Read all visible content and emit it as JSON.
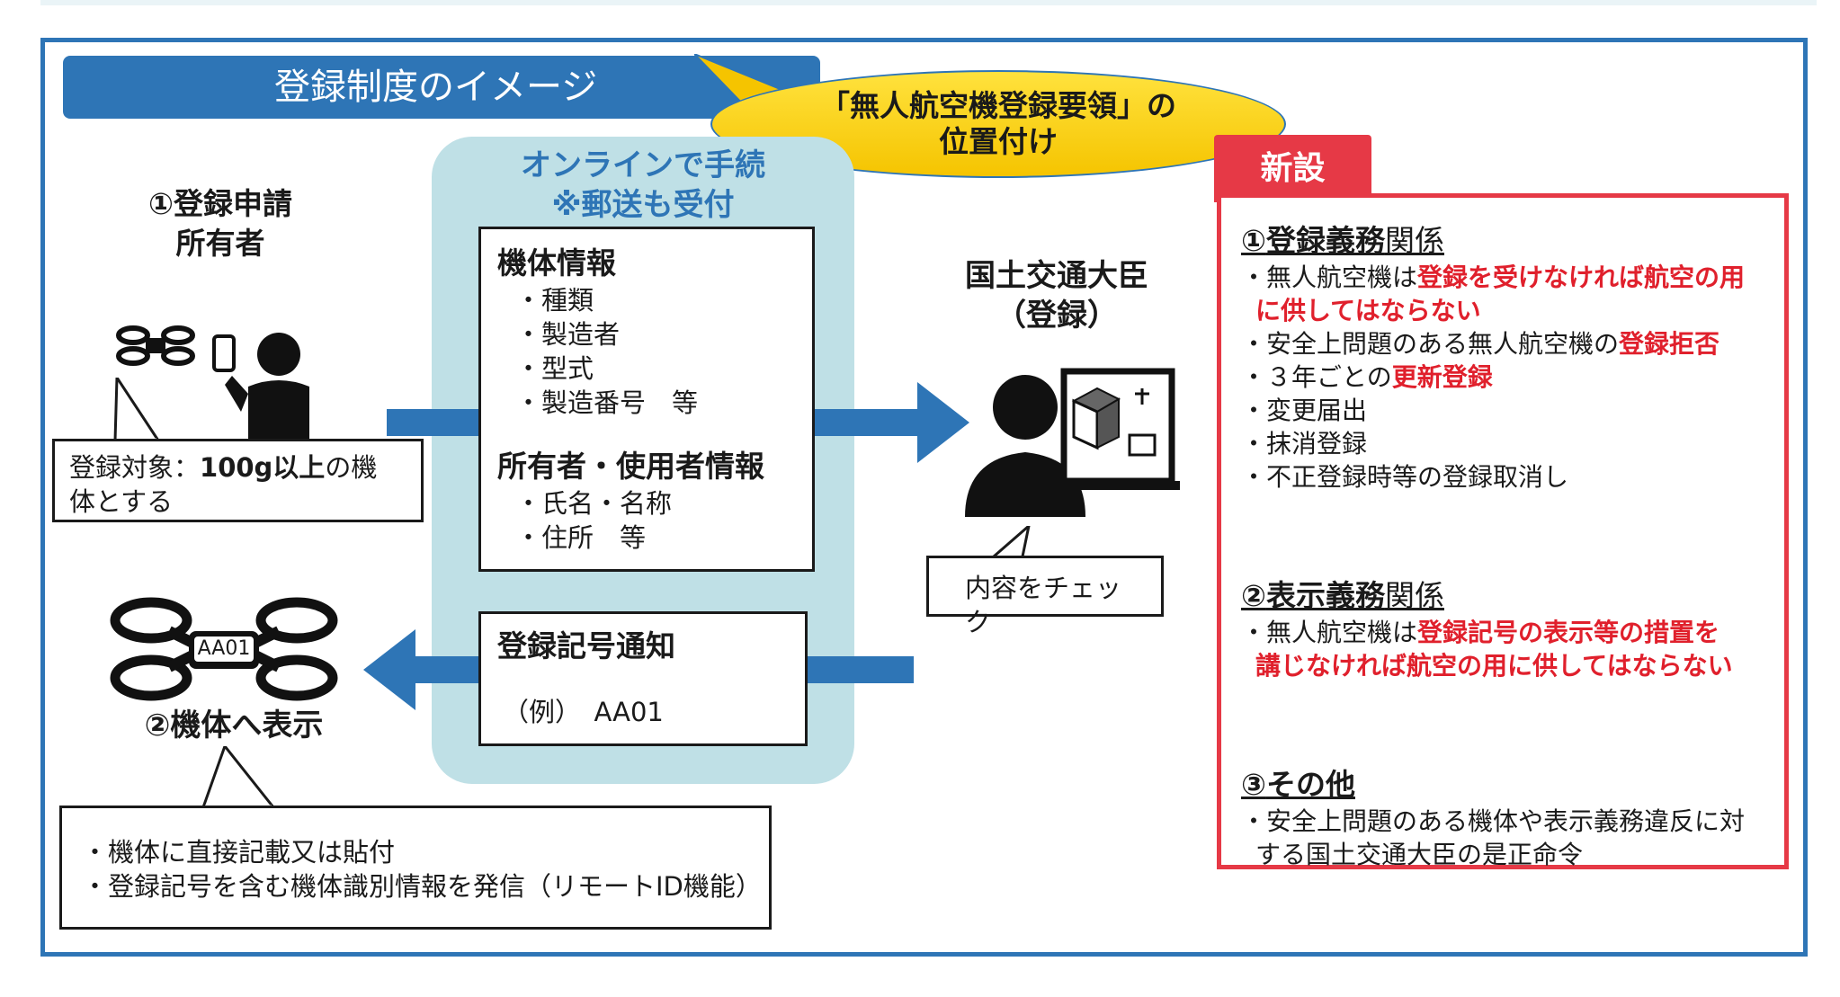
{
  "title_banner": "登録制度のイメージ",
  "ellipse": {
    "line1": "「無人航空機登録要領」の",
    "line2": "位置付け"
  },
  "online_panel": {
    "line1": "オンラインで手続",
    "line2": "※郵送も受付"
  },
  "aircraft_info": {
    "header": "機体情報",
    "items": [
      "・種類",
      "・製造者",
      "・型式",
      "・製造番号　等"
    ],
    "owner_header": "所有者・使用者情報",
    "owner_items": [
      "・氏名・名称",
      "・住所　等"
    ]
  },
  "notice": {
    "header": "登録記号通知",
    "example": "（例）　AA01"
  },
  "applicant": {
    "line1": "①登録申請",
    "line2": "所有者"
  },
  "target_callout": {
    "prefix": "登録対象：",
    "bold": "100g以上",
    "suffix": "の機",
    "line2": "体とする"
  },
  "drone_code": "AA01",
  "display_title": "②機体へ表示",
  "display_callout": [
    "・機体に直接記載又は貼付",
    "・登録記号を含む機体識別情報を発信（リモートID機能）"
  ],
  "minister": {
    "line1": "国土交通大臣",
    "line2": "（登録）"
  },
  "check_callout": "内容をチェック",
  "new_badge": "新設",
  "new_box": {
    "sec1": {
      "num": "①",
      "bold": "登録義務",
      "rest": "関係"
    },
    "sec1_items": {
      "a_prefix": "・無人航空機は",
      "a_red1": "登録を受けなければ航空の用",
      "a_red2": "に供してはならない",
      "b_prefix": "・安全上問題のある無人航空機の",
      "b_red": "登録拒否",
      "c_prefix": "・３年ごとの",
      "c_red": "更新登録",
      "d": "・変更届出",
      "e": "・抹消登録",
      "f": "・不正登録時等の登録取消し"
    },
    "sec2": {
      "num": "②",
      "bold": "表示義務",
      "rest": "関係"
    },
    "sec2_items": {
      "a_prefix": "・無人航空機は",
      "a_red1": "登録記号の表示等の措置を",
      "a_red2": "講じなければ航空の用に供してはならない"
    },
    "sec3": {
      "num": "③",
      "bold": "その他"
    },
    "sec3_items": {
      "a1": "・安全上問題のある機体や表示義務違反に対",
      "a2": "する国土交通大臣の是正命令"
    }
  },
  "icons": [
    "drone-icon",
    "smartphone-icon",
    "person-icon",
    "officer-at-computer-icon",
    "package-icon",
    "right-arrow-icon",
    "left-arrow-icon"
  ],
  "colors": {
    "accent_blue": "#2e75b6",
    "panel_teal": "#bfe0e6",
    "highlight_yellow": "#f5c400",
    "alert_red": "#e63946"
  }
}
